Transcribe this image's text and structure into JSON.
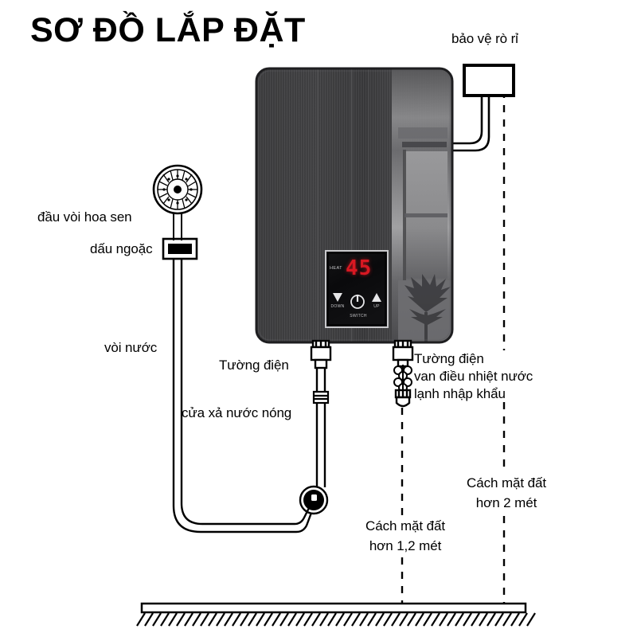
{
  "title": "SƠ ĐỒ LẮP ĐẶT",
  "colors": {
    "line": "#000000",
    "background": "#ffffff",
    "heater_body": "#3a3a3c",
    "heater_edge": "#2a2a2c",
    "panel_bg": "#0c0c0e",
    "display_digits": "#d81822",
    "reflection": "#8e8e90"
  },
  "labels": {
    "breaker": "bảo vệ rò rỉ",
    "shower_head": "đầu vòi hoa sen",
    "bracket": "dấu ngoặc",
    "hose": "vòi nước",
    "wall_power_left": "Tường điện",
    "hot_outlet": "cửa xả nước nóng",
    "wall_power_right_line1": "Tường điện",
    "wall_power_right_line2": "van điều nhiệt nước",
    "wall_power_right_line3": "lạnh nhập khẩu",
    "height_1_2_line1": "Cách mặt đất",
    "height_1_2_line2": "hơn 1,2 mét",
    "height_2_line1": "Cách mặt đất",
    "height_2_line2": "hơn 2 mét"
  },
  "heater_panel": {
    "mode_label": "HEAT",
    "temperature": "45",
    "down_label": "DOWN",
    "switch_label": "SWITCH",
    "up_label": "UP"
  },
  "icons": {
    "shower_head": "shower-head-icon",
    "bracket": "bracket-icon",
    "breaker_box": "breaker-box-icon",
    "hot_fitting": "pipe-fitting-icon",
    "cold_valve": "thermostatic-valve-icon",
    "elbow_valve": "elbow-valve-icon",
    "ground": "ground-hatch-icon",
    "power_button": "power-button-icon",
    "down_arrow": "arrow-down-icon",
    "up_arrow": "arrow-up-icon"
  }
}
